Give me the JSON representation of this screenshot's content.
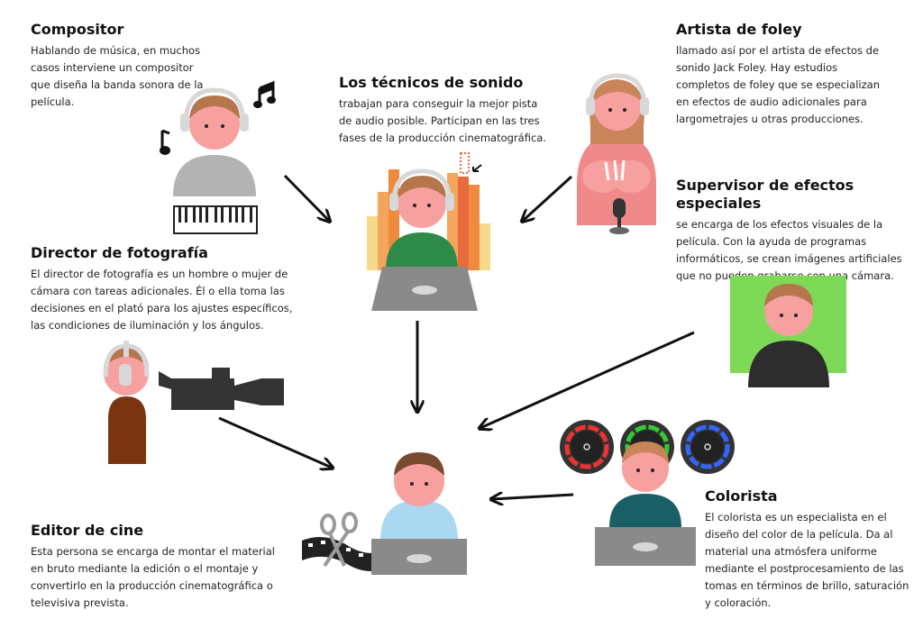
{
  "roles": {
    "compositor": {
      "title": "Compositor",
      "desc": [
        "Hablando de música, en muchos",
        "casos interviene un compositor",
        "que diseña la banda sonora de la",
        "película."
      ]
    },
    "tecnicos": {
      "title": "Los técnicos de sonido",
      "desc": [
        "trabajan para conseguir la mejor pista",
        "de audio posible. Participan en las tres",
        "fases de la producción cinematográfica."
      ]
    },
    "foley": {
      "title": "Artista de foley",
      "desc": [
        "llamado así por el artista de efectos de",
        "sonido Jack Foley. Hay estudios",
        "completos de foley que se especializan",
        "en efectos de audio adicionales para",
        "largometrajes u otras producciones."
      ]
    },
    "supervisor": {
      "title": "Supervisor de efectos especiales",
      "desc": [
        "se encarga de los efectos visuales de la",
        "película. Con la ayuda de programas",
        "informáticos, se crean imágenes artificiales",
        "que no pueden grabarse con una cámara."
      ]
    },
    "director": {
      "title": "Director de fotografía",
      "desc": [
        "El director de fotografía es un hombre o mujer de",
        "cámara con tareas adicionales. Él o ella toma las",
        "decisiones en el plató para los ajustes específicos,",
        "las condiciones de iluminación y los ángulos."
      ]
    },
    "colorista": {
      "title": "Colorista",
      "desc": [
        "El colorista es un especialista en el",
        "diseño del color de la película. Da al",
        "material una atmósfera uniforme",
        "mediante el postprocesamiento de las",
        "tomas en términos de brillo, saturación",
        "y coloración."
      ]
    },
    "editor": {
      "title": "Editor de cine",
      "desc": [
        "Esta persona se encarga de montar el material",
        "en bruto mediante la edición o el montaje y",
        "convertirlo en la producción cinematográfica o",
        "televisiva prevista."
      ]
    }
  },
  "icons": {
    "music_notes": "music-note-icon",
    "keyboard": "piano-keyboard-icon",
    "camera": "film-camera-icon",
    "laptop": "laptop-icon",
    "color_wheel": "color-wheel-icon",
    "green_screen": "green-screen-icon",
    "scissors": "scissors-icon",
    "film_strip": "film-strip-icon",
    "microphone": "microphone-icon",
    "equalizer": "audio-bars-icon"
  },
  "colors": {
    "skin": "#f7a0a0",
    "hair": "#b5764c",
    "laptop": "#8a8a8a",
    "green_screen": "#7ed957",
    "arrow": "#111111"
  }
}
